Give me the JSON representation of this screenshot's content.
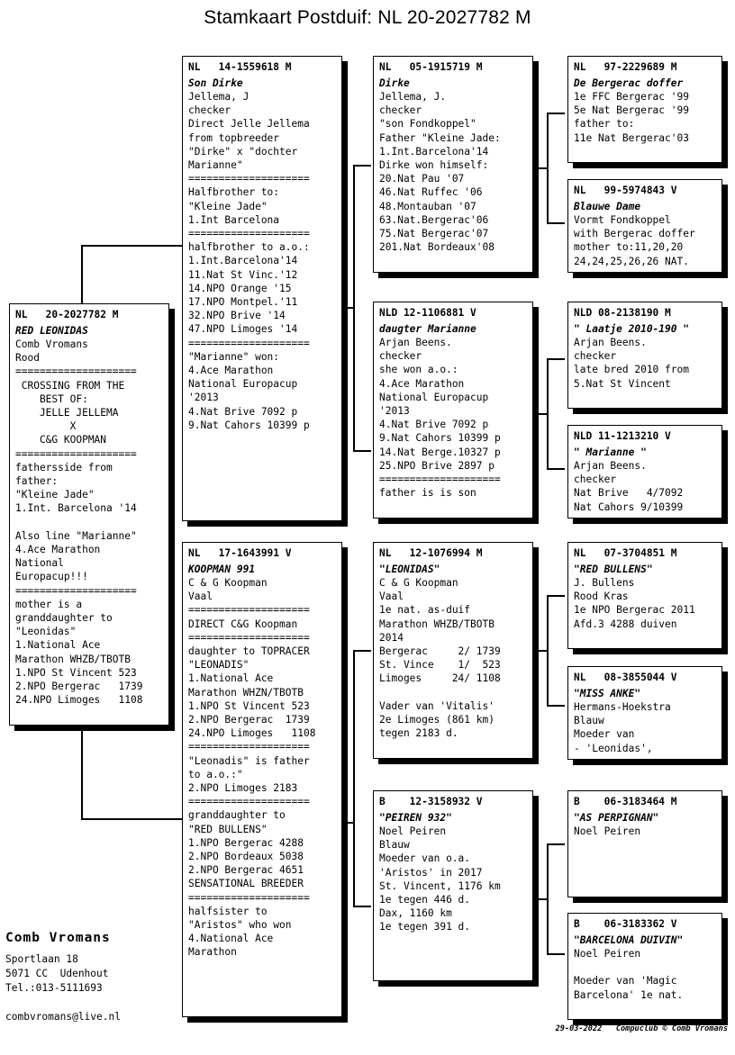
{
  "title": "Stamkaart Postduif: NL  20-2027782 M",
  "subject": {
    "ring": "NL   20-2027782 M",
    "nickname": "RED LEONIDAS",
    "body": "Comb Vromans\nRood\n====================\n CROSSING FROM THE\n    BEST OF:\n    JELLE JELLEMA\n         X\n    C&G KOOPMAN\n====================\nfathersside from\nfather:\n\"Kleine Jade\"\n1.Int. Barcelona '14\n\nAlso line \"Marianne\"\n4.Ace Marathon\nNational\nEuropacup!!!\n====================\nmother is a\ngranddaughter to\n\"Leonidas\"\n1.National Ace\nMarathon WHZB/TBOTB\n1.NPO St Vincent 523\n2.NPO Bergerac   1739\n24.NPO Limoges   1108"
  },
  "generation2": [
    {
      "ring": "NL   14-1559618 M",
      "nickname": "Son Dirke",
      "body": "Jellema, J\nchecker\nDirect Jelle Jellema\nfrom topbreeder\n\"Dirke\" x \"dochter\nMarianne\"\n====================\nHalfbrother to:\n\"Kleine Jade\"\n1.Int Barcelona\n====================\nhalfbrother to a.o.:\n1.Int.Barcelona'14\n11.Nat St Vinc.'12\n14.NPO Orange '15\n17.NPO Montpel.'11\n32.NPO Brive '14\n47.NPO Limoges '14\n====================\n\"Marianne\" won:\n4.Ace Marathon\nNational Europacup\n'2013\n4.Nat Brive 7092 p\n9.Nat Cahors 10399 p"
    },
    {
      "ring": "NL   17-1643991 V",
      "nickname": "KOOPMAN 991",
      "body": "C & G Koopman\nVaal\n====================\nDIRECT C&G Koopman\n====================\ndaughter to TOPRACER\n\"LEONADIS\"\n1.National Ace\nMarathon WHZN/TBOTB\n1.NPO St Vincent 523\n2.NPO Bergerac  1739\n24.NPO Limoges   1108\n====================\n\"Leonadis\" is father\nto a.o.:\"\n2.NPO Limoges 2183\n====================\ngranddaughter to\n\"RED BULLENS\"\n1.NPO Bergerac 4288\n2.NPO Bordeaux 5038\n2.NPO Bergerac 4651\nSENSATIONAL BREEDER\n====================\nhalfsister to\n\"Aristos\" who won\n4.National Ace\nMarathon"
    }
  ],
  "generation3": [
    {
      "ring": "NL   05-1915719 M",
      "nickname": "Dirke",
      "body": "Jellema, J.\nchecker\n\"son Fondkoppel\"\nFather \"Kleine Jade:\n1.Int.Barcelona'14\nDirke won himself:\n20.Nat Pau '07\n46.Nat Ruffec '06\n48.Montauban '07\n63.Nat.Bergerac'06\n75.Nat Bergerac'07\n201.Nat Bordeaux'08"
    },
    {
      "ring": "NLD 12-1106881 V",
      "nickname": "daugter Marianne",
      "body": "Arjan Beens.\nchecker\nshe won a.o.:\n4.Ace Marathon\nNational Europacup\n'2013\n4.Nat Brive 7092 p\n9.Nat Cahors 10399 p\n14.Nat Berge.10327 p\n25.NPO Brive 2897 p\n====================\nfather is is son"
    },
    {
      "ring": "NL   12-1076994 M",
      "nickname": "\"LEONIDAS\"",
      "body": "C & G Koopman\nVaal\n1e nat. as-duif\nMarathon WHZB/TBOTB\n2014\nBergerac     2/ 1739\nSt. Vince    1/  523\nLimoges     24/ 1108\n\nVader van 'Vitalis'\n2e Limoges (861 km)\ntegen 2183 d."
    },
    {
      "ring": "B    12-3158932 V",
      "nickname": "\"PEIREN 932\"",
      "body": "Noel Peiren\nBlauw\nMoeder van o.a.\n'Aristos' in 2017\nSt. Vincent, 1176 km\n1e tegen 446 d.\nDax, 1160 km\n1e tegen 391 d."
    }
  ],
  "generation4": [
    {
      "ring": "NL   97-2229689 M",
      "nickname": "De Bergerac doffer",
      "body": "1e FFC Bergerac '99\n5e Nat Bergerac '99\nfather to:\n11e Nat Bergerac'03"
    },
    {
      "ring": "NL   99-5974843 V",
      "nickname": "Blauwe Dame",
      "body": "Vormt Fondkoppel\nwith Bergerac doffer\nmother to:11,20,20\n24,24,25,26,26 NAT."
    },
    {
      "ring": "NLD 08-2138190 M",
      "nickname": "\" Laatje 2010-190 \"",
      "body": "Arjan Beens.\nchecker\nlate bred 2010 from\n5.Nat St Vincent"
    },
    {
      "ring": "NLD 11-1213210 V",
      "nickname": "\" Marianne \"",
      "body": "Arjan Beens.\nchecker\nNat Brive   4/7092\nNat Cahors 9/10399"
    },
    {
      "ring": "NL   07-3704851 M",
      "nickname": "\"RED BULLENS\"",
      "body": "J. Bullens\nRood Kras\n1e NPO Bergerac 2011\nAfd.3 4288 duiven"
    },
    {
      "ring": "NL   08-3855044 V",
      "nickname": "\"MISS ANKE\"",
      "body": "Hermans-Hoekstra\nBlauw\nMoeder van\n- 'Leonidas',"
    },
    {
      "ring": "B    06-3183464 M",
      "nickname": "\"AS PERPIGNAN\"",
      "body": "Noel Peiren"
    },
    {
      "ring": "B    06-3183362 V",
      "nickname": "\"BARCELONA DUIVIN\"",
      "body": "Noel Peiren\n\nMoeder van 'Magic\nBarcelona' 1e nat."
    }
  ],
  "owner": {
    "name": "Comb Vromans",
    "address": "Sportlaan 18\n5071 CC  Udenhout\nTel.:013-5111693\n\ncombvromans@live.nl"
  },
  "footer": {
    "credit": "29-03-2022   Compuclub © Comb Vromans"
  }
}
